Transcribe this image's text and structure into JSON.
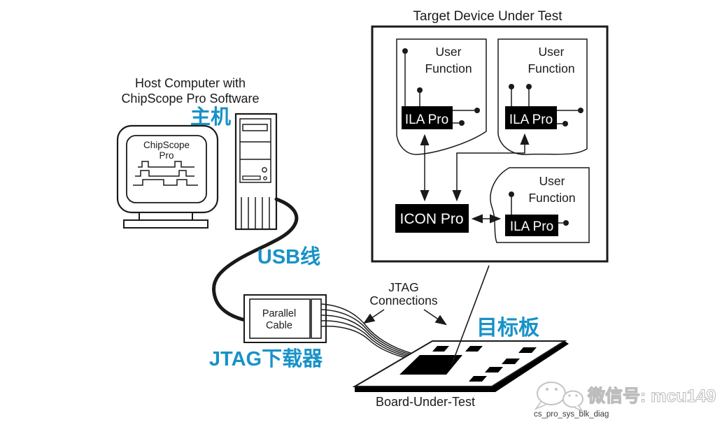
{
  "colors": {
    "accent": "#1792c8",
    "ink": "#1a1a1a",
    "watermark_gray": "#bdbdbd"
  },
  "target_device": {
    "title": "Target Device Under Test",
    "user_function": {
      "line1": "User",
      "line2": "Function"
    },
    "ila_label": "ILA Pro",
    "icon_label": "ICON Pro"
  },
  "host": {
    "label_line1": "Host Computer with",
    "label_line2": "ChipScope Pro Software",
    "cn_label": "主机",
    "monitor": {
      "line1": "ChipScope",
      "line2": "Pro"
    }
  },
  "cables": {
    "usb_cn_label": "USB线",
    "parallel_cable": {
      "line1": "Parallel",
      "line2": "Cable"
    },
    "jtag_cn_label": "JTAG下载器",
    "jtag_connections": {
      "line1": "JTAG",
      "line2": "Connections"
    }
  },
  "board": {
    "cn_label": "目标板",
    "label": "Board-Under-Test"
  },
  "watermark": {
    "wechat_text": "微信号: mcu149",
    "file_tag": "cs_pro_sys_blk_diag"
  }
}
